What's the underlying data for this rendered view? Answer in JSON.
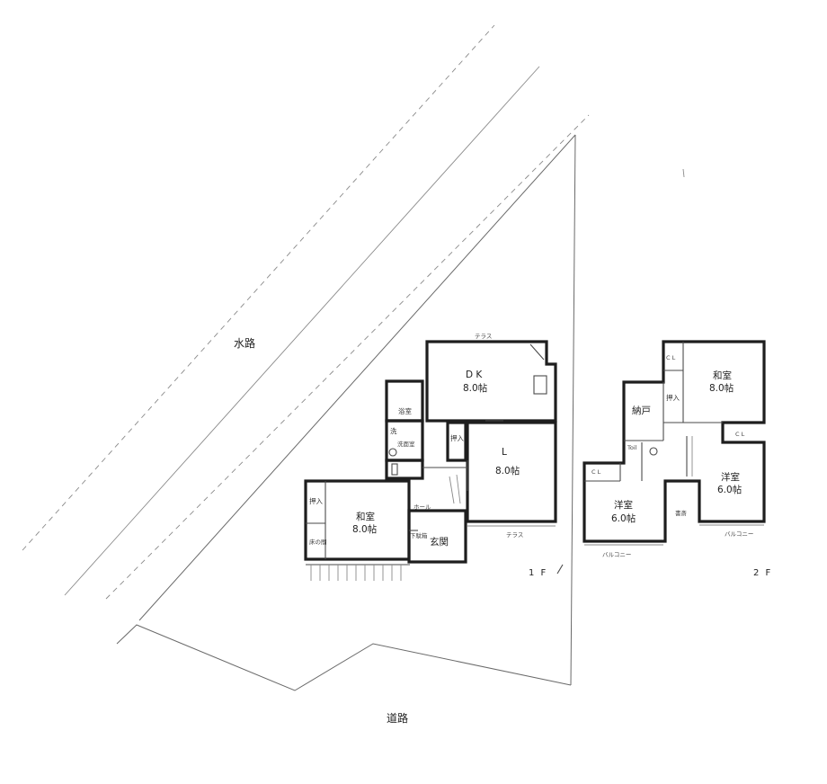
{
  "site": {
    "canal": "水路",
    "road": "道路"
  },
  "floor1": {
    "label": "1 F",
    "terrace_top": "テラス",
    "terrace_bottom": "テラス",
    "dk_name": "D K",
    "dk_size": "8.0帖",
    "living_name": "L",
    "living_size": "8.0帖",
    "washitsu_name": "和室",
    "washitsu_size": "8.0帖",
    "bath": "浴室",
    "wash": "洗",
    "washroom": "洗面室",
    "oshiire_living": "押入",
    "oshiire_washitsu": "押入",
    "tokonoma": "床の間",
    "hall": "ホール",
    "entrance": "玄関",
    "shoebox": "下駄箱"
  },
  "floor2": {
    "label": "2 F",
    "storage": "納戸",
    "washitsu_name": "和室",
    "washitsu_size": "8.0帖",
    "oshiire": "押入",
    "cl_top": "C L",
    "cl_right": "C L",
    "cl_left": "C L",
    "youshitsu_right_name": "洋室",
    "youshitsu_right_size": "6.0帖",
    "youshitsu_left_name": "洋室",
    "youshitsu_left_size": "6.0帖",
    "study": "書斎",
    "toilet": "Toil",
    "balcony_left": "バルコニー",
    "balcony_right": "バルコニー"
  }
}
